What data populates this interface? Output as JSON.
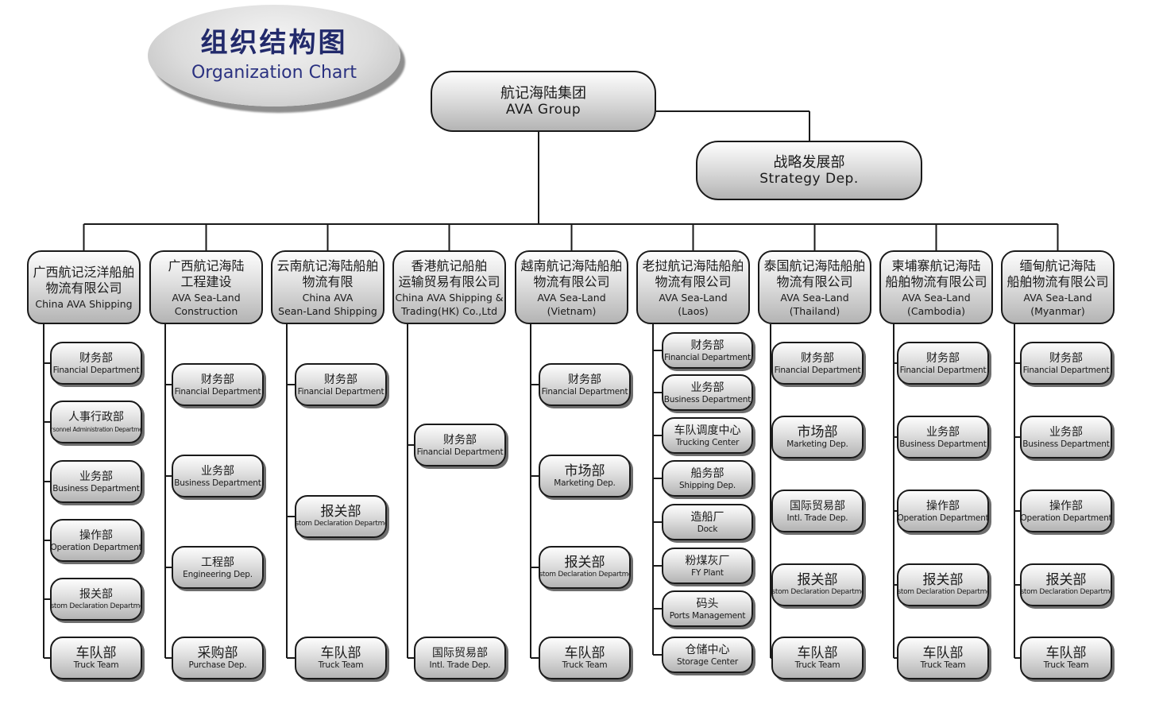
{
  "title": {
    "cn": "组织结构图",
    "en": "Organization Chart"
  },
  "root": {
    "cn": "航记海陆集团",
    "en": "AVA Group"
  },
  "strategy": {
    "cn": "战略发展部",
    "en": "Strategy Dep."
  },
  "companies": [
    {
      "name_cn": [
        "广西航记泛洋船舶",
        "物流有限公司"
      ],
      "name_en": [
        "China AVA Shipping"
      ],
      "departments": [
        {
          "cn": "财务部",
          "en": "Financial Department"
        },
        {
          "cn": "人事行政部",
          "en": "Personnel Administration Department"
        },
        {
          "cn": "业务部",
          "en": "Business Department"
        },
        {
          "cn": "操作部",
          "en": "Operation Department"
        },
        {
          "cn": "报关部",
          "en": "Custom Declaration Department"
        },
        {
          "cn": "车队部",
          "en": "Truck Team"
        }
      ]
    },
    {
      "name_cn": [
        "广西航记海陆",
        "工程建设"
      ],
      "name_en": [
        "AVA Sea-Land",
        "Construction"
      ],
      "departments": [
        {
          "cn": "财务部",
          "en": "Financial Department"
        },
        {
          "cn": "业务部",
          "en": "Business Department"
        },
        {
          "cn": "工程部",
          "en": "Engineering Dep."
        },
        {
          "cn": "采购部",
          "en": "Purchase Dep."
        }
      ]
    },
    {
      "name_cn": [
        "云南航记海陆船舶",
        "物流有限"
      ],
      "name_en": [
        "China AVA",
        "Sean-Land Shipping"
      ],
      "departments": [
        {
          "cn": "财务部",
          "en": "Financial Department"
        },
        {
          "cn": "报关部",
          "en": "Custom Declaration Department"
        },
        {
          "cn": "车队部",
          "en": "Truck Team"
        }
      ]
    },
    {
      "name_cn": [
        "香港航记船舶",
        "运输贸易有限公司"
      ],
      "name_en": [
        "China AVA Shipping &",
        "Trading(HK) Co.,Ltd"
      ],
      "departments": [
        {
          "cn": "财务部",
          "en": "Financial Department"
        },
        {
          "cn": "国际贸易部",
          "en": "Intl. Trade Dep."
        }
      ]
    },
    {
      "name_cn": [
        "越南航记海陆船舶",
        "物流有限公司"
      ],
      "name_en": [
        "AVA Sea-Land",
        "(Vietnam)"
      ],
      "departments": [
        {
          "cn": "财务部",
          "en": "Financial Department"
        },
        {
          "cn": "市场部",
          "en": "Marketing Dep."
        },
        {
          "cn": "报关部",
          "en": "Custom Declaration Department"
        },
        {
          "cn": "车队部",
          "en": "Truck Team"
        }
      ]
    },
    {
      "name_cn": [
        "老挝航记海陆船舶",
        "物流有限公司"
      ],
      "name_en": [
        "AVA Sea-Land",
        "(Laos)"
      ],
      "departments": [
        {
          "cn": "财务部",
          "en": "Financial Department"
        },
        {
          "cn": "业务部",
          "en": "Business Department"
        },
        {
          "cn": "车队调度中心",
          "en": "Trucking Center"
        },
        {
          "cn": "船务部",
          "en": "Shipping Dep."
        },
        {
          "cn": "造船厂",
          "en": "Dock"
        },
        {
          "cn": "粉煤灰厂",
          "en": "FY Plant"
        },
        {
          "cn": "码头",
          "en": "Ports Management"
        },
        {
          "cn": "仓储中心",
          "en": "Storage Center"
        }
      ]
    },
    {
      "name_cn": [
        "泰国航记海陆船舶",
        "物流有限公司"
      ],
      "name_en": [
        "AVA Sea-Land",
        "(Thailand)"
      ],
      "departments": [
        {
          "cn": "财务部",
          "en": "Financial Department"
        },
        {
          "cn": "市场部",
          "en": "Marketing Dep."
        },
        {
          "cn": "国际贸易部",
          "en": "Intl. Trade Dep."
        },
        {
          "cn": "报关部",
          "en": "Custom Declaration Department"
        },
        {
          "cn": "车队部",
          "en": "Truck Team"
        }
      ]
    },
    {
      "name_cn": [
        "柬埔寨航记海陆",
        "船舶物流有限公司"
      ],
      "name_en": [
        "AVA Sea-Land",
        "(Cambodia)"
      ],
      "departments": [
        {
          "cn": "财务部",
          "en": "Financial Department"
        },
        {
          "cn": "业务部",
          "en": "Business Department"
        },
        {
          "cn": "操作部",
          "en": "Operation Department"
        },
        {
          "cn": "报关部",
          "en": "Custom Declaration Department"
        },
        {
          "cn": "车队部",
          "en": "Truck Team"
        }
      ]
    },
    {
      "name_cn": [
        "缅甸航记海陆",
        "船舶物流有限公司"
      ],
      "name_en": [
        "AVA Sea-Land",
        "(Myanmar)"
      ],
      "departments": [
        {
          "cn": "财务部",
          "en": "Financial Department"
        },
        {
          "cn": "业务部",
          "en": "Business Department"
        },
        {
          "cn": "操作部",
          "en": "Operation Department"
        },
        {
          "cn": "报关部",
          "en": "Custom Declaration Department"
        },
        {
          "cn": "车队部",
          "en": "Truck Team"
        }
      ]
    }
  ]
}
